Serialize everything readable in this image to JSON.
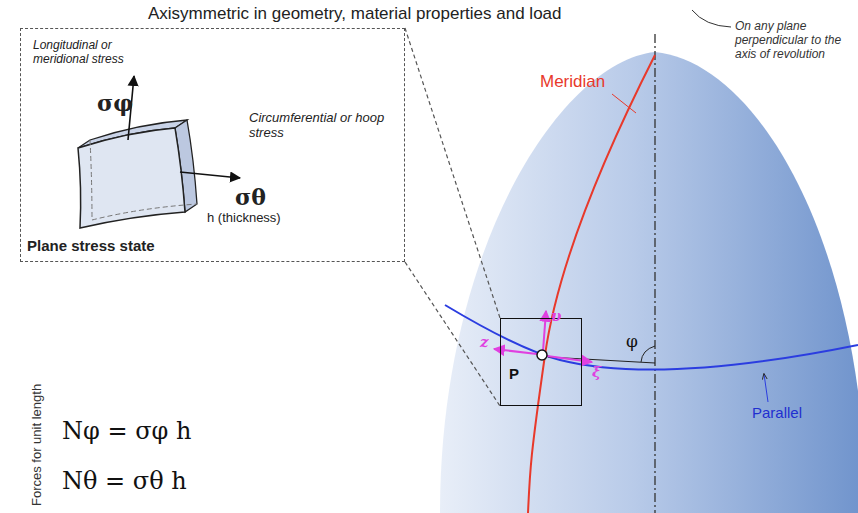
{
  "diagram": {
    "title": "Axisymmetric in geometry, material properties and load",
    "nodes": [
      {
        "text": [
          "Longitudinal or meridional stress",
          "σφ",
          "Circumferential or hoop stress",
          "σθ",
          "h (thickness)",
          "Plane stress state"
        ]
      },
      {
        "text": [
          "P"
        ]
      }
    ],
    "edges": [
      {
        "from": 0,
        "to": 1,
        "arrow": "none"
      },
      {
        "from": 0,
        "to": 1,
        "arrow": "none"
      }
    ],
    "labels": [
      "On any plane perpendicular to the axis of revolution",
      "Meridian",
      "Parallel",
      "φ",
      "υ",
      "ξ",
      "z",
      "Forces for unit length",
      "Nφ = σφ h",
      "Nθ = σθ h"
    ]
  }
}
